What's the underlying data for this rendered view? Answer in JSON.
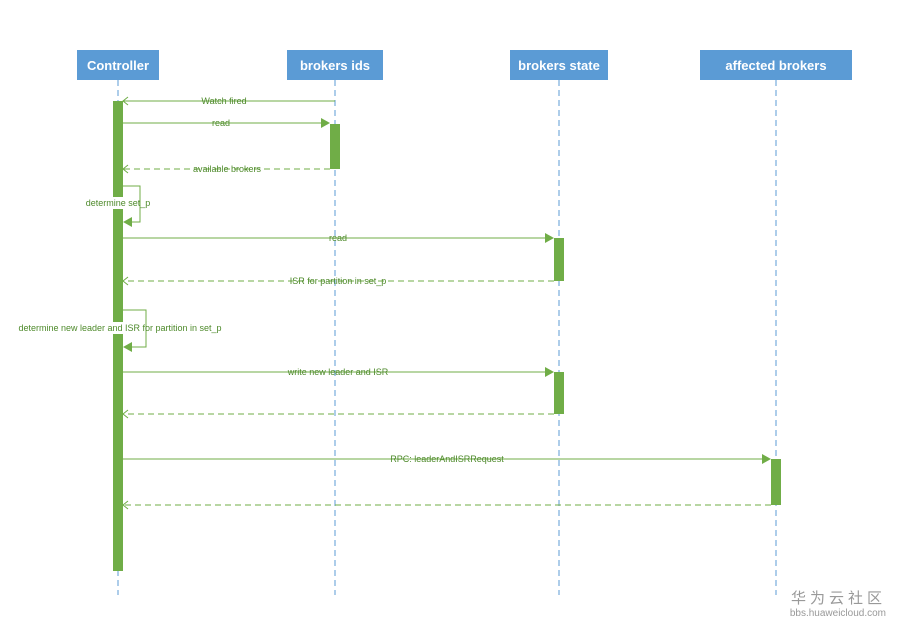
{
  "diagram": {
    "actors": [
      "Controller",
      "brokers ids",
      "brokers state",
      "affected brokers"
    ],
    "messages": [
      {
        "from": 1,
        "to": 0,
        "label": "Watch fired",
        "style": "solid"
      },
      {
        "from": 0,
        "to": 1,
        "label": "read",
        "style": "solid"
      },
      {
        "from": 1,
        "to": 0,
        "label": "available brokers",
        "style": "dashed"
      },
      {
        "from": 0,
        "to": 0,
        "label": "determine set_p",
        "style": "self"
      },
      {
        "from": 0,
        "to": 2,
        "label": "read",
        "style": "solid"
      },
      {
        "from": 2,
        "to": 0,
        "label": "ISR for partition in set_p",
        "style": "dashed"
      },
      {
        "from": 0,
        "to": 0,
        "label": "determine new leader and ISR for partition in set_p",
        "style": "self"
      },
      {
        "from": 0,
        "to": 2,
        "label": "write new leader and ISR",
        "style": "solid"
      },
      {
        "from": 2,
        "to": 0,
        "label": "",
        "style": "dashed"
      },
      {
        "from": 0,
        "to": 3,
        "label": "RPC: leaderAndISRRequest",
        "style": "solid"
      },
      {
        "from": 3,
        "to": 0,
        "label": "",
        "style": "dashed"
      }
    ]
  },
  "watermark": {
    "main": "华为云社区",
    "sub": "bbs.huaweicloud.com"
  },
  "colors": {
    "actor_fill": "#5b9bd5",
    "lifeline": "#5b9bd5",
    "activation": "#70ad47",
    "message": "#70ad47"
  }
}
